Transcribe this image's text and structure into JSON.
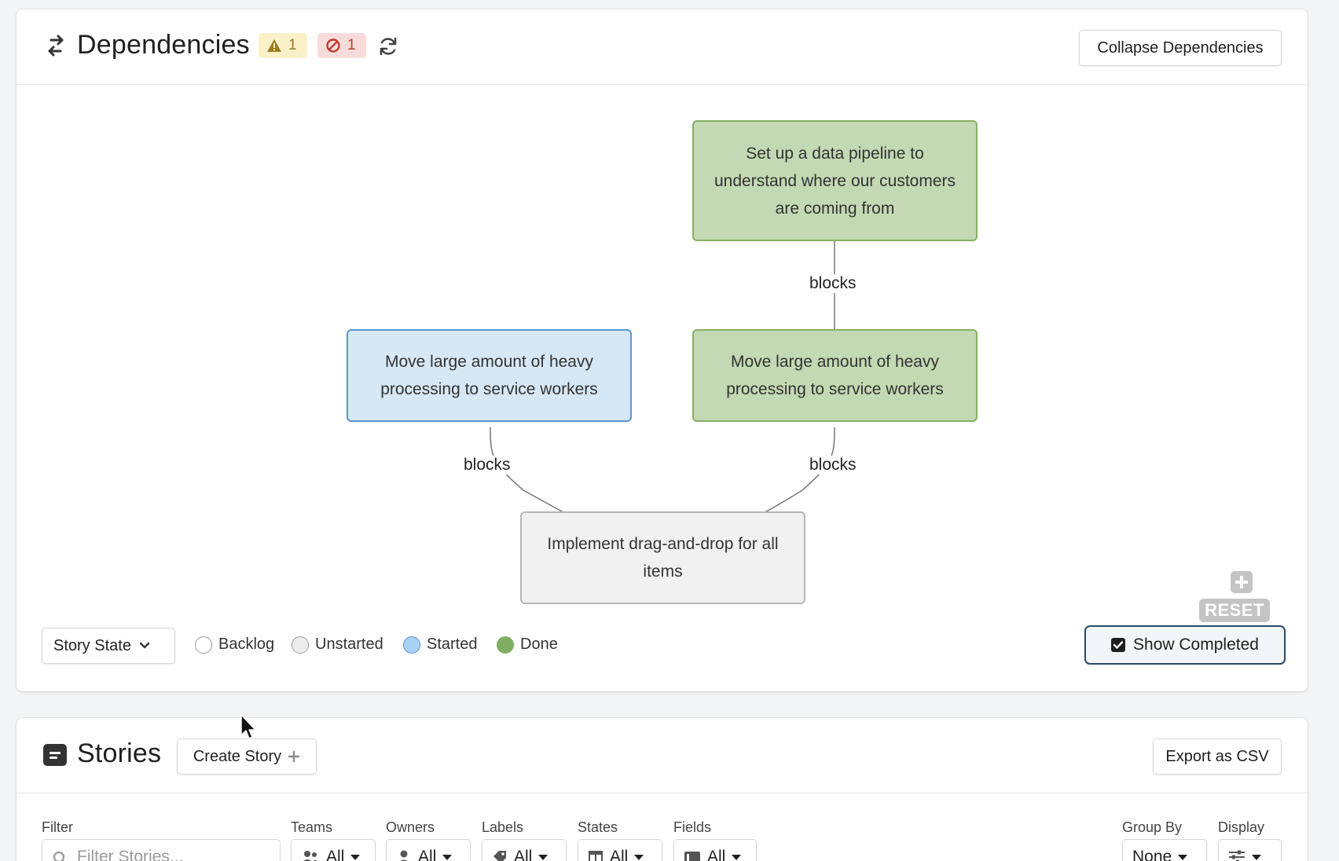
{
  "dependencies": {
    "title": "Dependencies",
    "warning_count": "1",
    "blocked_count": "1",
    "collapse_label": "Collapse Dependencies",
    "nodes": {
      "pipeline": "Set up a data pipeline to understand where our customers are coming from",
      "service_started": "Move large amount of heavy processing to service workers",
      "service_done": "Move large amount of heavy processing to service workers",
      "drag_drop": "Implement drag-and-drop for all items"
    },
    "edge_label": "blocks",
    "zoom": {
      "reset_label": "RESET"
    },
    "story_state_label": "Story State",
    "legend": [
      {
        "label": "Backlog",
        "color": "#ffffff",
        "border": "#9a9a9a"
      },
      {
        "label": "Unstarted",
        "color": "#ededed",
        "border": "#9a9a9a"
      },
      {
        "label": "Started",
        "color": "#a9d0f5",
        "border": "#5a95cf"
      },
      {
        "label": "Done",
        "color": "#7fae63",
        "border": "#7fae63"
      }
    ],
    "show_completed_label": "Show Completed"
  },
  "stories": {
    "title": "Stories",
    "create_label": "Create Story",
    "export_label": "Export as CSV",
    "filter_label": "Filter",
    "filter_placeholder": "Filter Stories...",
    "filters": {
      "teams": {
        "label": "Teams",
        "value": "All"
      },
      "owners": {
        "label": "Owners",
        "value": "All"
      },
      "labels": {
        "label": "Labels",
        "value": "All"
      },
      "states": {
        "label": "States",
        "value": "All"
      },
      "fields": {
        "label": "Fields",
        "value": "All"
      }
    },
    "group_by": {
      "label": "Group By",
      "value": "None"
    },
    "display_label": "Display"
  },
  "colors": {
    "done_bg": "#c3d9b3",
    "done_border": "#86b064",
    "started_bg": "#d6e8f6",
    "started_border": "#5a95cf",
    "unstarted_bg": "#f1f1f2",
    "accent_border": "#2d4b6b"
  }
}
